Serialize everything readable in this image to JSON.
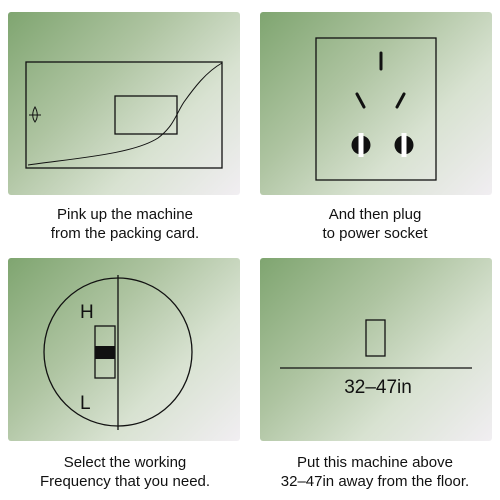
{
  "steps": [
    {
      "caption_line1": "Pink up the machine",
      "caption_line2": "from the packing card."
    },
    {
      "caption_line1": "And then plug",
      "caption_line2": "to power socket"
    },
    {
      "caption_line1": "Select the working",
      "caption_line2": "Frequency that you need.",
      "switch_high_label": "H",
      "switch_low_label": "L"
    },
    {
      "caption_line1": "Put this machine above",
      "caption_line2": "32–47in away from the floor.",
      "distance_label": "32–47in"
    }
  ]
}
